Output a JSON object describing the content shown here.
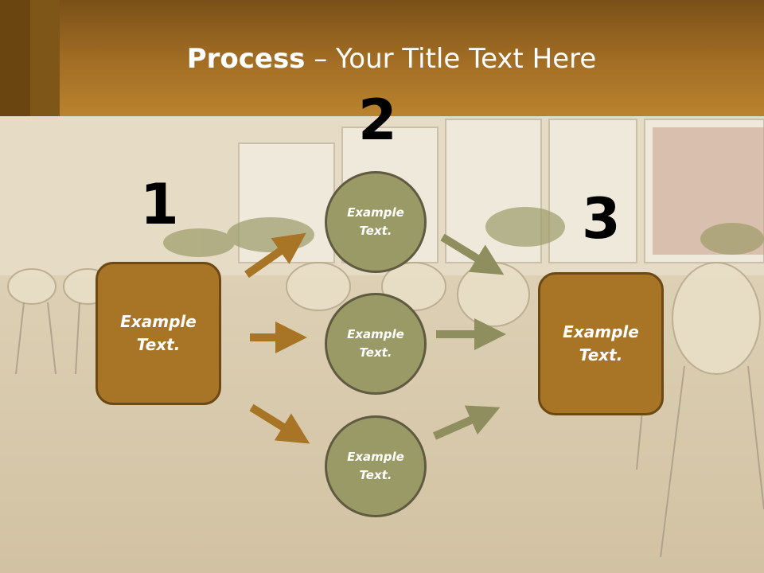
{
  "slide": {
    "title_bold": "Process",
    "title_rest": " – Your Title Text Here",
    "step_numbers": [
      "1",
      "2",
      "3"
    ],
    "left_box_text": [
      "Example",
      "Text."
    ],
    "right_box_text": [
      "Example",
      "Text."
    ],
    "circles": [
      {
        "line1": "Example",
        "line2": "Text."
      },
      {
        "line1": "Example",
        "line2": "Text."
      },
      {
        "line1": "Example",
        "line2": "Text."
      }
    ]
  },
  "colors": {
    "header": "#a46f25",
    "box_fill": "#a87426",
    "circle_fill": "#9a9a66",
    "arrow_brown": "#a87426",
    "arrow_olive": "#8e8e5e"
  }
}
